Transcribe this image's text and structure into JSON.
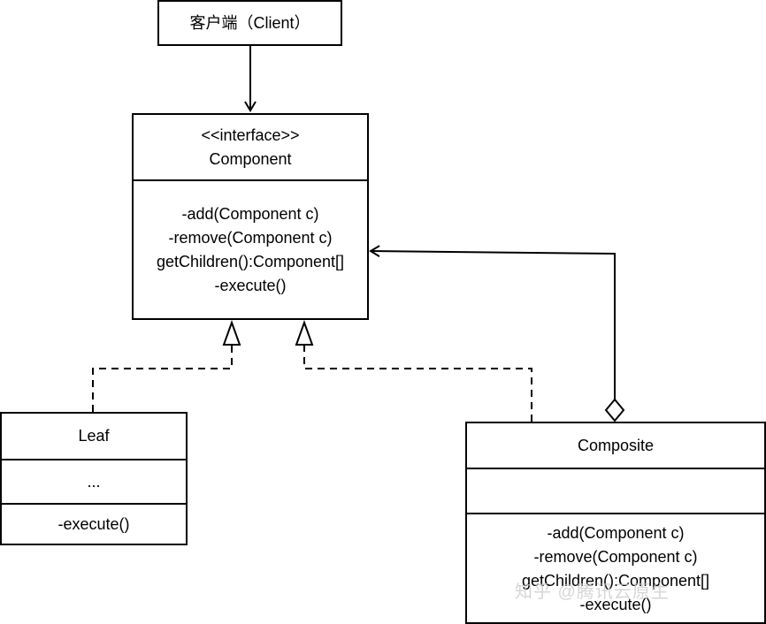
{
  "client": {
    "label": "客户端（Client）"
  },
  "component": {
    "stereotype": "<<interface>>",
    "name": "Component",
    "methods": [
      "-add(Component c)",
      "-remove(Component c)",
      "getChildren():Component[]",
      "-execute()"
    ]
  },
  "leaf": {
    "name": "Leaf",
    "attributes": "...",
    "methods": [
      "-execute()"
    ]
  },
  "composite": {
    "name": "Composite",
    "attributes": "",
    "methods": [
      "-add(Component c)",
      "-remove(Component c)",
      "getChildren():Component[]",
      "-execute()"
    ]
  },
  "watermark": "知乎 @腾讯云原生"
}
